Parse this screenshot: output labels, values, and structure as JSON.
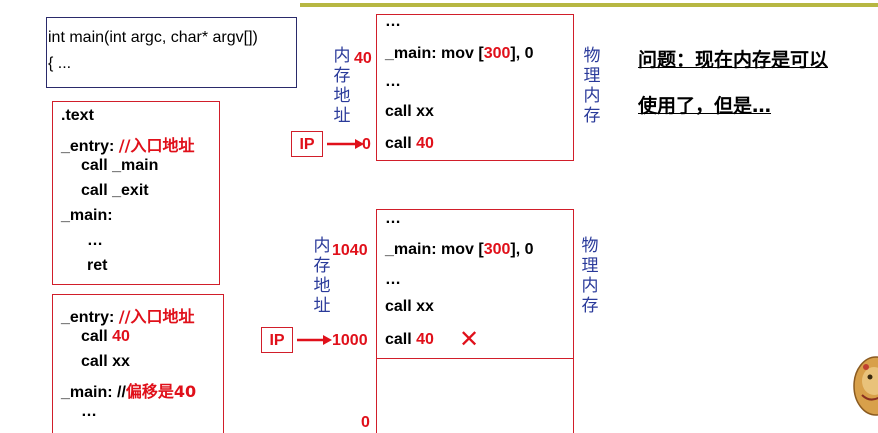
{
  "main_sig": {
    "line1": "int main(int argc, char* argv[])",
    "line2": "{ ..."
  },
  "code1": {
    "l1": ".text",
    "l2a": "_entry: ",
    "l2b": "//入口地址",
    "l3": "call _main",
    "l4": "call _exit",
    "l5": "_main:",
    "l6": "…",
    "l7": "ret"
  },
  "code2": {
    "l1a": "_entry: ",
    "l1b": "//入口地址",
    "l2a": "call ",
    "l2b": "40",
    "l3": "call xx",
    "l4a": "_main: //",
    "l4b": "偏移是40",
    "l5": "…"
  },
  "mem1": {
    "r1": "…",
    "r2a": "_main: mov [",
    "r2b": "300",
    "r2c": "],  0",
    "r3": "…",
    "r4": "call xx",
    "r5a": "call ",
    "r5b": "40",
    "addr_top": "40",
    "addr_bottom": "0",
    "left_label": "内存地址",
    "right_label": "物理内存",
    "ip": "IP"
  },
  "mem2": {
    "r1": "…",
    "r2a": "_main: mov [",
    "r2b": "300",
    "r2c": "],  0",
    "r3": "…",
    "r4": "call xx",
    "r5a": "call ",
    "r5b": "40",
    "addr_top": "1040",
    "addr_mid": "1000",
    "addr_bottom": "0",
    "left_label": "内存地址",
    "right_label": "物理内存",
    "ip": "IP",
    "cross": "✕"
  },
  "question": {
    "line1": "问题：现在内存是可以",
    "line2": "使用了，但是…"
  },
  "colors": {
    "accent_red": "#e0101a",
    "label_blue": "#2a3a9a",
    "border_red": "#d11e2a",
    "top_bar": "#b7b742"
  }
}
